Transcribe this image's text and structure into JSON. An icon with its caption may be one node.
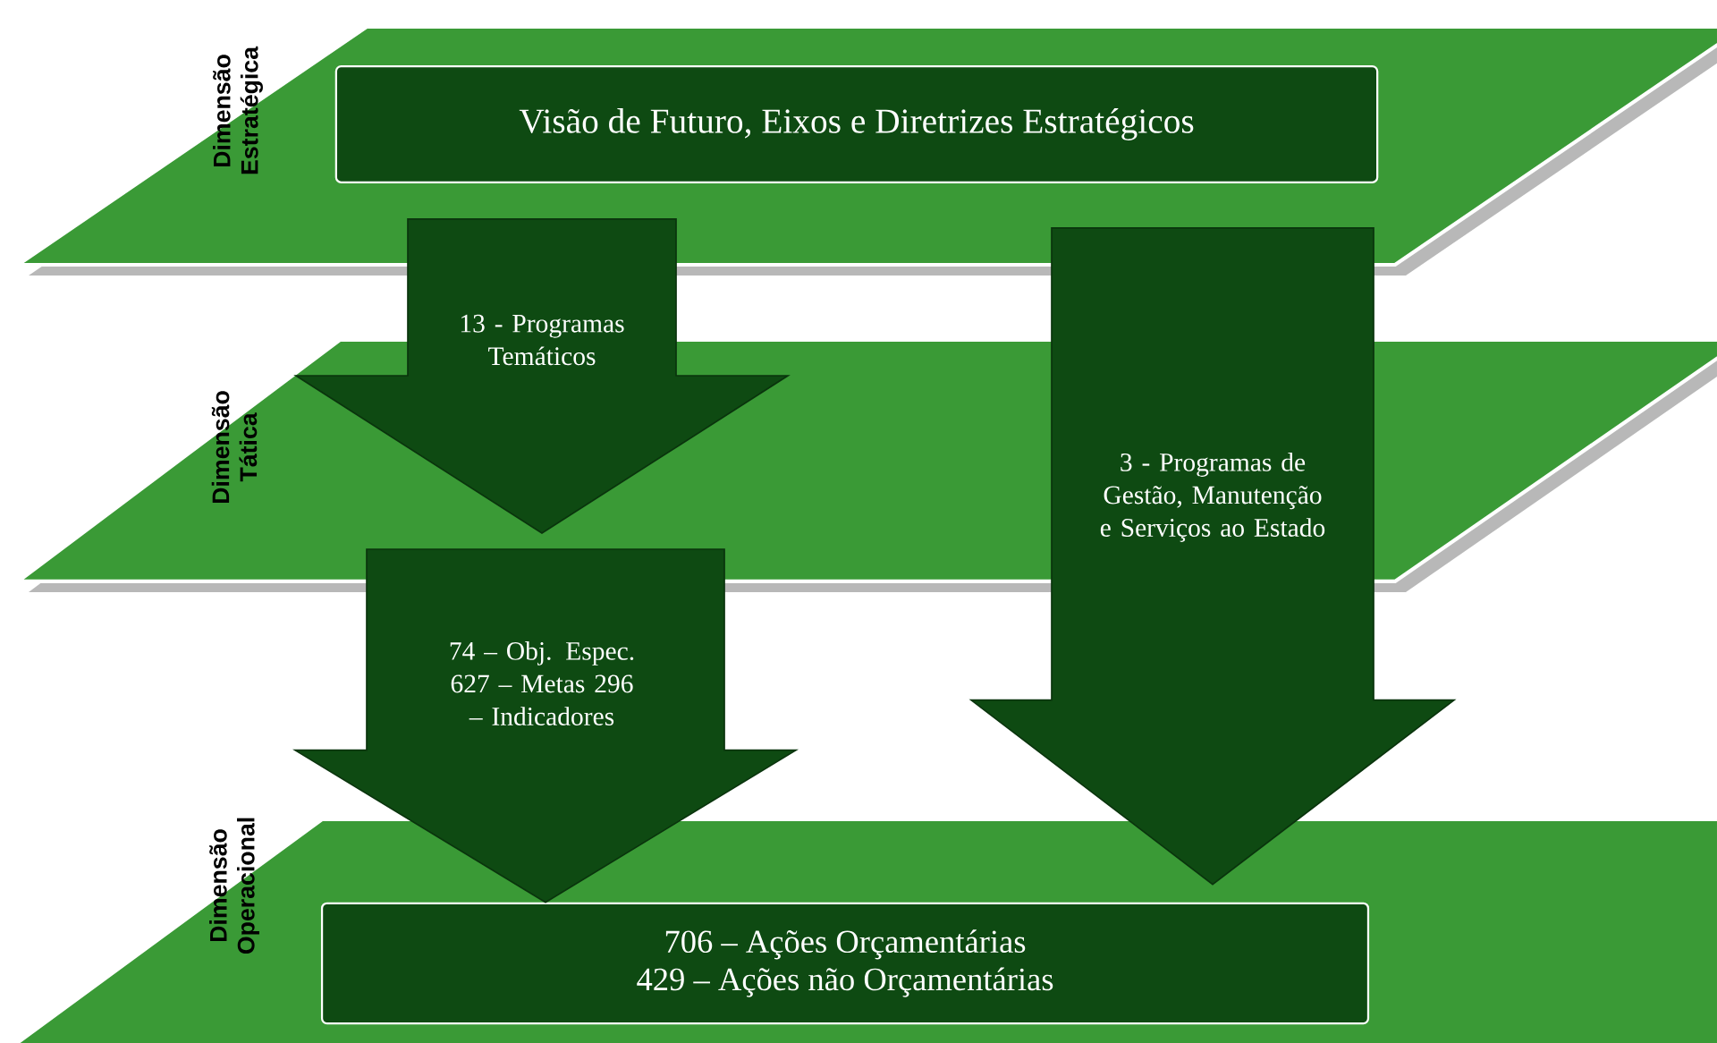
{
  "diagram": {
    "nodes": [
      {
        "text": [
          "Dimensão Estratégica"
        ]
      },
      {
        "text": [
          "Visão de Futuro, Eixos e Diretrizes Estratégicos"
        ],
        "in": 0
      },
      {
        "text": [
          "Dimensão Tática"
        ]
      },
      {
        "text": [
          "Dimensão Operacional"
        ]
      },
      {
        "text": [
          "706 – Ações Orçamentárias",
          "429 – Ações não Orçamentárias"
        ],
        "in": 3
      }
    ],
    "edges": [
      {
        "from": 1,
        "to": 2,
        "arrow": "to",
        "label": "13 - Programas Temáticos"
      },
      {
        "from": 2,
        "to": 4,
        "arrow": "to",
        "label": "74 – Obj. Espec. 627 – Metas 296 – Indicadores"
      },
      {
        "from": 1,
        "to": 4,
        "arrow": "to",
        "label": "3 - Programas de Gestão, Manutenção e Serviços ao Estado"
      }
    ]
  }
}
